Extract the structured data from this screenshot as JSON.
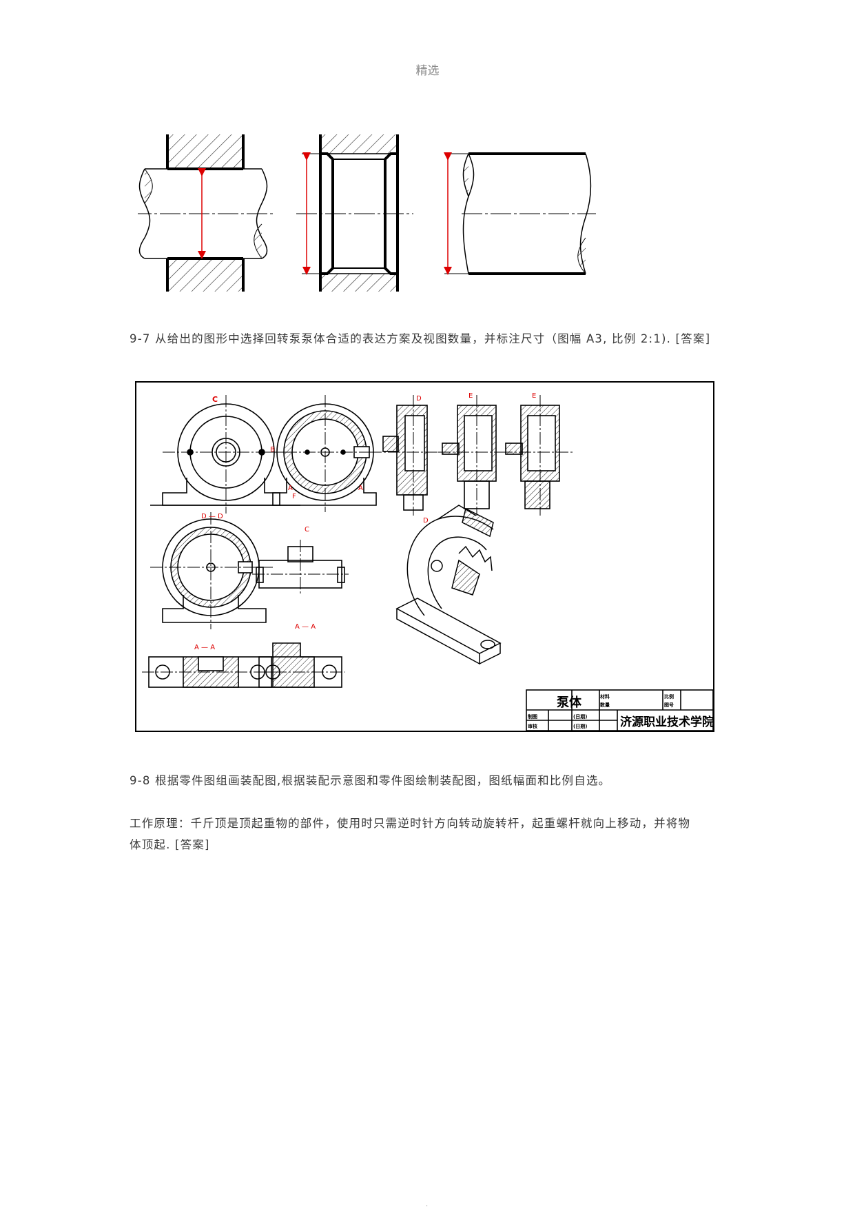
{
  "header": {
    "title": "精选"
  },
  "exercise_9_7": {
    "text": "9-7  从给出的图形中选择回转泵泵体合适的表达方案及视图数量，并标注尺寸（图幅 A3, 比例 2:1). [答案]"
  },
  "drawing_labels": {
    "c_top": "C",
    "b_mark": "B",
    "d_top": "D",
    "e1": "E",
    "e2": "E",
    "a_left": "A",
    "a_right": "A",
    "f_mark": "F",
    "dd_section": "D — D",
    "d_bottom": "D",
    "c_arrow": "C",
    "aa_section": "A — A",
    "aa_section2": "A — A"
  },
  "title_block": {
    "part_name": "泵体",
    "school": "济源职业技术学院",
    "cell_material": "材料",
    "cell_qty": "数量",
    "cell_scale": "比例",
    "cell_drawno": "图号",
    "cell_drawn": "制图",
    "cell_checked": "审核",
    "cell_date1": "(日期)",
    "cell_date2": "(日期)"
  },
  "exercise_9_8": {
    "text": "9-8  根据零件图组画装配图,根据装配示意图和零件图绘制装配图，图纸幅面和比例自选。"
  },
  "working_principle": {
    "line1": "工作原理：千斤顶是顶起重物的部件，使用时只需逆时针方向转动旋转杆，起重螺杆就向上移动，并将物",
    "line2": "体顶起. [答案]"
  },
  "footer": {
    "mark": "."
  }
}
